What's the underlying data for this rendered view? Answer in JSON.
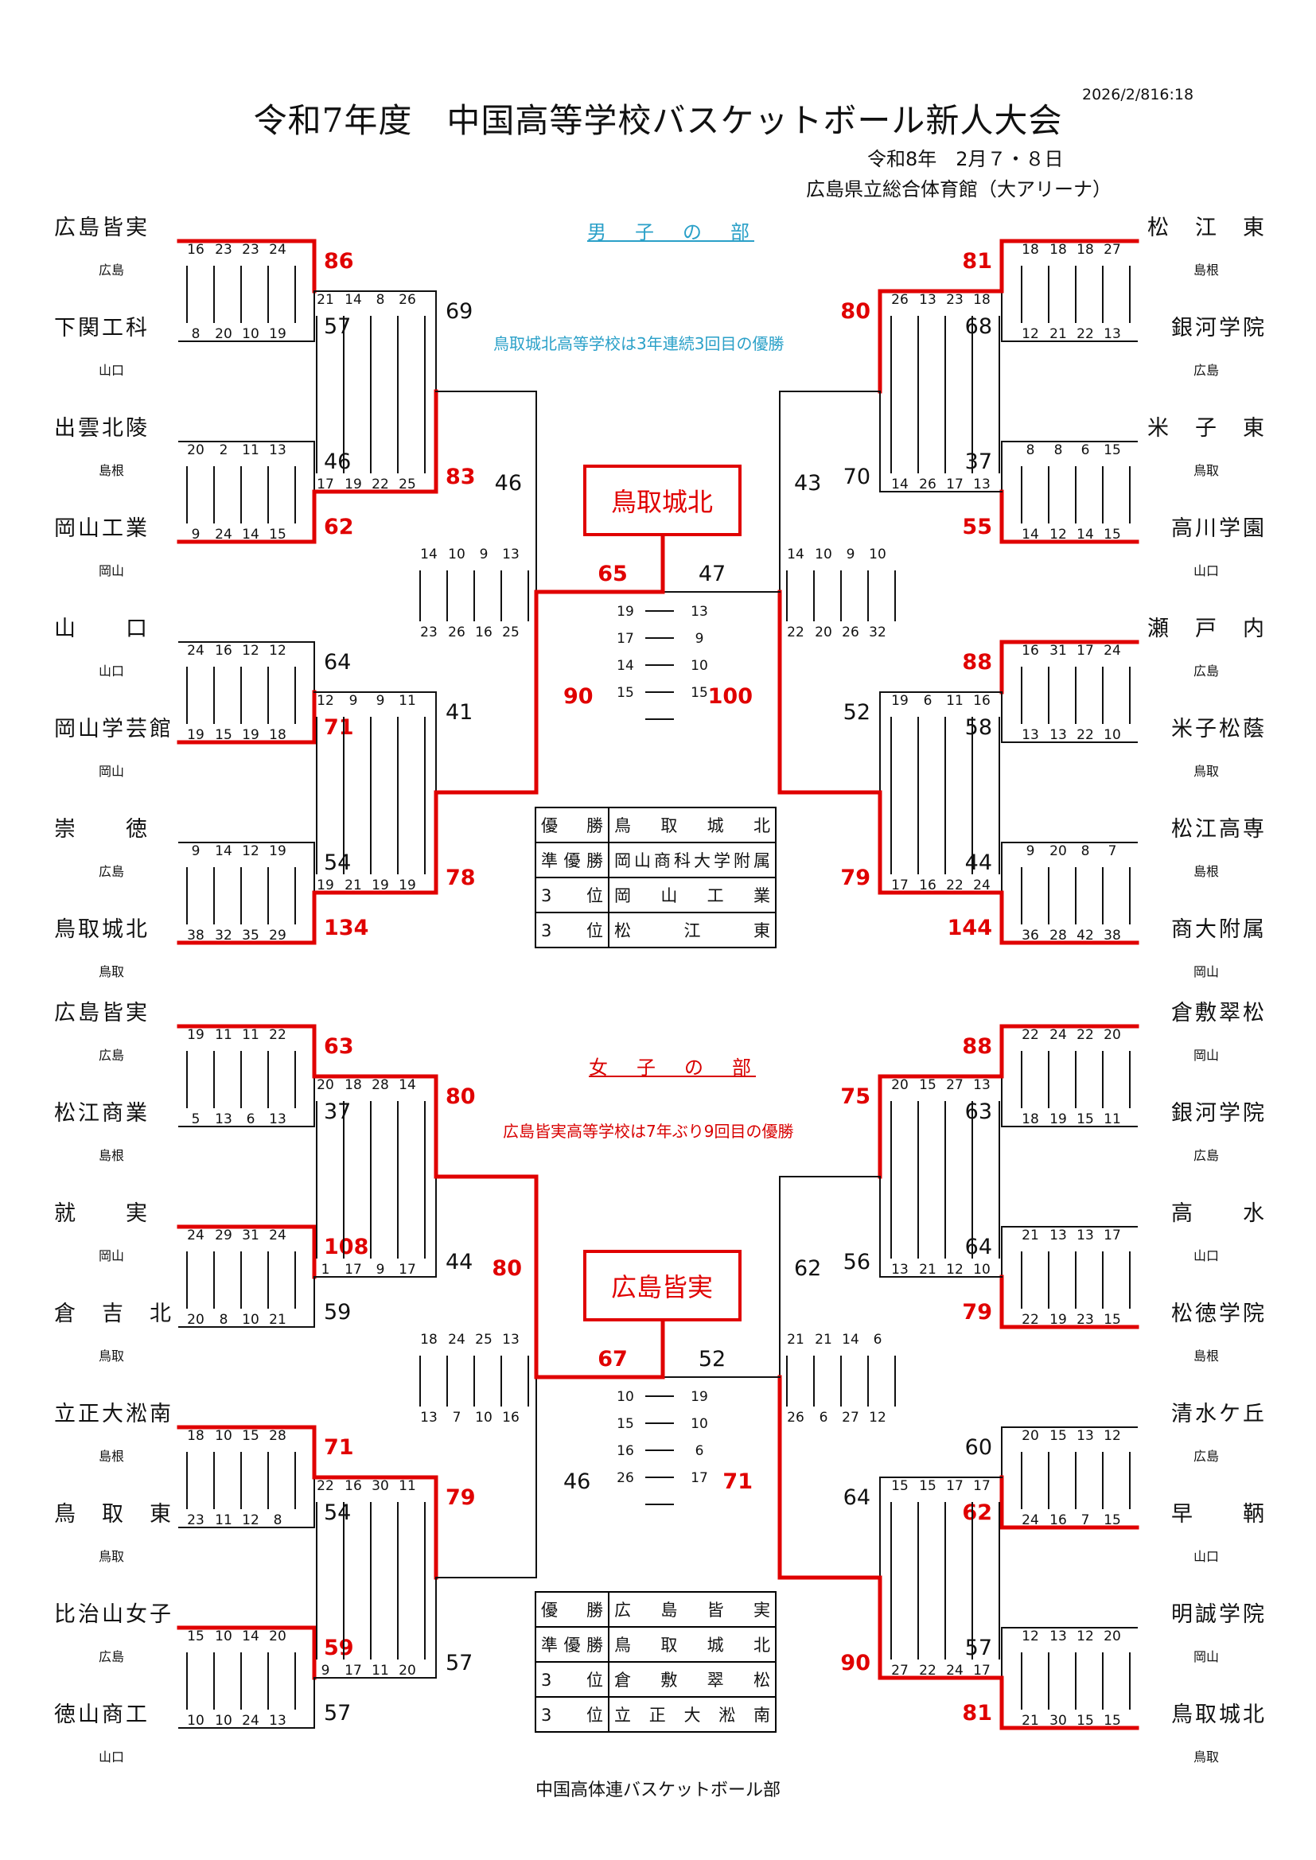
{
  "header": {
    "title": "令和7年度　中国高等学校バスケットボール新人大会",
    "stamp": "2026/2/816:18",
    "date": "令和8年　2月７・８日",
    "venue": "広島県立総合体育館（大アリーナ）"
  },
  "colors": {
    "win": "#e00000",
    "line": "#111111",
    "boys_note": "#2aa0c8",
    "girls_note": "#d80000"
  },
  "boys": {
    "section": "男　子　の　部",
    "note": "鳥取城北高等学校は3年連続3回目の優勝",
    "champion": "鳥取城北",
    "teams_left": [
      {
        "name": "広島皆実",
        "pref": "広島"
      },
      {
        "name": "下関工科",
        "pref": "山口"
      },
      {
        "name": "出雲北陵",
        "pref": "島根"
      },
      {
        "name": "岡山工業",
        "pref": "岡山"
      },
      {
        "name": "山　　口",
        "pref": "山口"
      },
      {
        "name": "岡山学芸館",
        "pref": "岡山"
      },
      {
        "name": "崇　　徳",
        "pref": "広島"
      },
      {
        "name": "鳥取城北",
        "pref": "鳥取"
      }
    ],
    "teams_right": [
      {
        "name": "松　江　東",
        "pref": "島根"
      },
      {
        "name": "銀河学院",
        "pref": "広島"
      },
      {
        "name": "米　子　東",
        "pref": "鳥取"
      },
      {
        "name": "高川学園",
        "pref": "山口"
      },
      {
        "name": "瀬　戸　内",
        "pref": "広島"
      },
      {
        "name": "米子松蔭",
        "pref": "鳥取"
      },
      {
        "name": "松江高専",
        "pref": "島根"
      },
      {
        "name": "商大附属",
        "pref": "岡山"
      }
    ],
    "left": {
      "r1": [
        {
          "win": "top",
          "s1": "86",
          "s2": "57",
          "q1": [
            "16",
            "23",
            "23",
            "24"
          ],
          "q2": [
            "8",
            "20",
            "10",
            "19"
          ]
        },
        {
          "win": "bot",
          "s1": "46",
          "s2": "62",
          "q1": [
            "20",
            "2",
            "11",
            "13"
          ],
          "q2": [
            "9",
            "24",
            "14",
            "15"
          ]
        },
        {
          "win": "bot",
          "s1": "64",
          "s2": "71",
          "q1": [
            "24",
            "16",
            "12",
            "12"
          ],
          "q2": [
            "19",
            "15",
            "19",
            "18"
          ]
        },
        {
          "win": "bot",
          "s1": "54",
          "s2": "134",
          "q1": [
            "9",
            "14",
            "12",
            "19"
          ],
          "q2": [
            "38",
            "32",
            "35",
            "29"
          ]
        }
      ],
      "r2": [
        {
          "win": "bot",
          "s1": "69",
          "s2": "83",
          "q1": [
            "21",
            "14",
            "8",
            "26"
          ],
          "q2": [
            "17",
            "19",
            "22",
            "25"
          ]
        },
        {
          "win": "bot",
          "s1": "41",
          "s2": "78",
          "q1": [
            "12",
            "9",
            "9",
            "11"
          ],
          "q2": [
            "19",
            "21",
            "19",
            "19"
          ]
        }
      ],
      "sf": {
        "win": "bot",
        "s1": "46",
        "s2": "90",
        "q1": [
          "14",
          "10",
          "9",
          "13"
        ],
        "q2": [
          "23",
          "26",
          "16",
          "25"
        ]
      }
    },
    "right": {
      "r1": [
        {
          "win": "top",
          "s1": "81",
          "s2": "68",
          "q1": [
            "18",
            "18",
            "18",
            "27"
          ],
          "q2": [
            "12",
            "21",
            "22",
            "13"
          ]
        },
        {
          "win": "bot",
          "s1": "37",
          "s2": "55",
          "q1": [
            "8",
            "8",
            "6",
            "15"
          ],
          "q2": [
            "14",
            "12",
            "14",
            "15"
          ]
        },
        {
          "win": "top",
          "s1": "88",
          "s2": "58",
          "q1": [
            "16",
            "31",
            "17",
            "24"
          ],
          "q2": [
            "13",
            "13",
            "22",
            "10"
          ]
        },
        {
          "win": "bot",
          "s1": "44",
          "s2": "144",
          "q1": [
            "9",
            "20",
            "8",
            "7"
          ],
          "q2": [
            "36",
            "28",
            "42",
            "38"
          ]
        }
      ],
      "r2": [
        {
          "win": "top",
          "s1": "80",
          "s2": "70",
          "q1": [
            "26",
            "13",
            "23",
            "18"
          ],
          "q2": [
            "14",
            "26",
            "17",
            "13"
          ]
        },
        {
          "win": "bot",
          "s1": "52",
          "s2": "79",
          "q1": [
            "19",
            "6",
            "11",
            "16"
          ],
          "q2": [
            "17",
            "16",
            "22",
            "24"
          ]
        }
      ],
      "sf": {
        "win": "bot",
        "s1": "43",
        "s2": "100",
        "q1": [
          "14",
          "10",
          "9",
          "10"
        ],
        "q2": [
          "22",
          "20",
          "26",
          "32"
        ]
      }
    },
    "final": {
      "win": "left",
      "left_score": "65",
      "right_score": "47",
      "q_left": [
        "19",
        "17",
        "14",
        "15"
      ],
      "q_right": [
        "13",
        "9",
        "10",
        "15"
      ]
    },
    "results": [
      {
        "label": "優　勝",
        "team": "鳥取城北"
      },
      {
        "label": "準優勝",
        "team": "岡山商科大学附属"
      },
      {
        "label": "3　位",
        "team": "岡山工業"
      },
      {
        "label": "3　位",
        "team": "松江東"
      }
    ]
  },
  "girls": {
    "section": "女　子　の　部",
    "note": "広島皆実高等学校は7年ぶり9回目の優勝",
    "champion": "広島皆実",
    "teams_left": [
      {
        "name": "広島皆実",
        "pref": "広島"
      },
      {
        "name": "松江商業",
        "pref": "島根"
      },
      {
        "name": "就　　実",
        "pref": "岡山"
      },
      {
        "name": "倉　吉　北",
        "pref": "鳥取"
      },
      {
        "name": "立正大淞南",
        "pref": "島根"
      },
      {
        "name": "鳥　取　東",
        "pref": "鳥取"
      },
      {
        "name": "比治山女子",
        "pref": "広島"
      },
      {
        "name": "徳山商工",
        "pref": "山口"
      }
    ],
    "teams_right": [
      {
        "name": "倉敷翠松",
        "pref": "岡山"
      },
      {
        "name": "銀河学院",
        "pref": "広島"
      },
      {
        "name": "高　　水",
        "pref": "山口"
      },
      {
        "name": "松徳学院",
        "pref": "島根"
      },
      {
        "name": "清水ケ丘",
        "pref": "広島"
      },
      {
        "name": "早　　鞆",
        "pref": "山口"
      },
      {
        "name": "明誠学院",
        "pref": "岡山"
      },
      {
        "name": "鳥取城北",
        "pref": "鳥取"
      }
    ],
    "left": {
      "r1": [
        {
          "win": "top",
          "s1": "63",
          "s2": "37",
          "q1": [
            "19",
            "11",
            "11",
            "22"
          ],
          "q2": [
            "5",
            "13",
            "6",
            "13"
          ]
        },
        {
          "win": "top",
          "s1": "108",
          "s2": "59",
          "q1": [
            "24",
            "29",
            "31",
            "24"
          ],
          "q2": [
            "20",
            "8",
            "10",
            "21"
          ]
        },
        {
          "win": "top",
          "s1": "71",
          "s2": "54",
          "q1": [
            "18",
            "10",
            "15",
            "28"
          ],
          "q2": [
            "23",
            "11",
            "12",
            "8"
          ]
        },
        {
          "win": "top",
          "s1": "59",
          "s2": "57",
          "q1": [
            "15",
            "10",
            "14",
            "20"
          ],
          "q2": [
            "10",
            "10",
            "24",
            "13"
          ]
        }
      ],
      "r2": [
        {
          "win": "top",
          "s1": "80",
          "s2": "44",
          "q1": [
            "20",
            "18",
            "28",
            "14"
          ],
          "q2": [
            "1",
            "17",
            "9",
            "17"
          ]
        },
        {
          "win": "top",
          "s1": "79",
          "s2": "57",
          "q1": [
            "22",
            "16",
            "30",
            "11"
          ],
          "q2": [
            "9",
            "17",
            "11",
            "20"
          ]
        }
      ],
      "sf": {
        "win": "top",
        "s1": "80",
        "s2": "46",
        "q1": [
          "18",
          "24",
          "25",
          "13"
        ],
        "q2": [
          "13",
          "7",
          "10",
          "16"
        ]
      }
    },
    "right": {
      "r1": [
        {
          "win": "top",
          "s1": "88",
          "s2": "63",
          "q1": [
            "22",
            "24",
            "22",
            "20"
          ],
          "q2": [
            "18",
            "19",
            "15",
            "11"
          ]
        },
        {
          "win": "bot",
          "s1": "64",
          "s2": "79",
          "q1": [
            "21",
            "13",
            "13",
            "17"
          ],
          "q2": [
            "22",
            "19",
            "23",
            "15"
          ]
        },
        {
          "win": "bot",
          "s1": "60",
          "s2": "62",
          "q1": [
            "20",
            "15",
            "13",
            "12"
          ],
          "q2": [
            "24",
            "16",
            "7",
            "15"
          ]
        },
        {
          "win": "bot",
          "s1": "57",
          "s2": "81",
          "q1": [
            "12",
            "13",
            "12",
            "20"
          ],
          "q2": [
            "21",
            "30",
            "15",
            "15"
          ]
        }
      ],
      "r2": [
        {
          "win": "top",
          "s1": "75",
          "s2": "56",
          "q1": [
            "20",
            "15",
            "27",
            "13"
          ],
          "q2": [
            "13",
            "21",
            "12",
            "10"
          ]
        },
        {
          "win": "bot",
          "s1": "64",
          "s2": "90",
          "q1": [
            "15",
            "15",
            "17",
            "17"
          ],
          "q2": [
            "27",
            "22",
            "24",
            "17"
          ]
        }
      ],
      "sf": {
        "win": "bot",
        "s1": "62",
        "s2": "71",
        "q1": [
          "21",
          "21",
          "14",
          "6"
        ],
        "q2": [
          "26",
          "6",
          "27",
          "12"
        ]
      }
    },
    "final": {
      "win": "left",
      "left_score": "67",
      "right_score": "52",
      "q_left": [
        "10",
        "15",
        "16",
        "26"
      ],
      "q_right": [
        "19",
        "10",
        "6",
        "17"
      ]
    },
    "results": [
      {
        "label": "優　勝",
        "team": "広島皆実"
      },
      {
        "label": "準優勝",
        "team": "鳥取城北"
      },
      {
        "label": "3　位",
        "team": "倉敷翠松"
      },
      {
        "label": "3　位",
        "team": "立正大淞南"
      }
    ]
  },
  "footer": "中国高体連バスケットボール部"
}
